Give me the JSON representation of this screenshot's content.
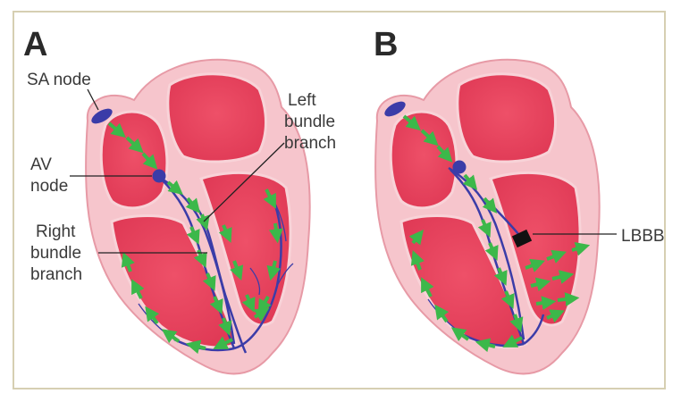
{
  "figure": {
    "panels": [
      {
        "letter": "A"
      },
      {
        "letter": "B"
      }
    ],
    "labels": {
      "sa_node": "SA node",
      "av_line1": "AV",
      "av_line2": "node",
      "left_bb": [
        "Left",
        "bundle",
        "branch"
      ],
      "right_bb": [
        "Right",
        "bundle",
        "branch"
      ],
      "lbbb": "LBBB"
    },
    "colors": {
      "frame": "#d6cfb2",
      "heart_outer": "#f6c5cc",
      "chamber": "#e8425e",
      "conduction": "#3b3ca8",
      "arrow": "#3cb84a"
    }
  }
}
